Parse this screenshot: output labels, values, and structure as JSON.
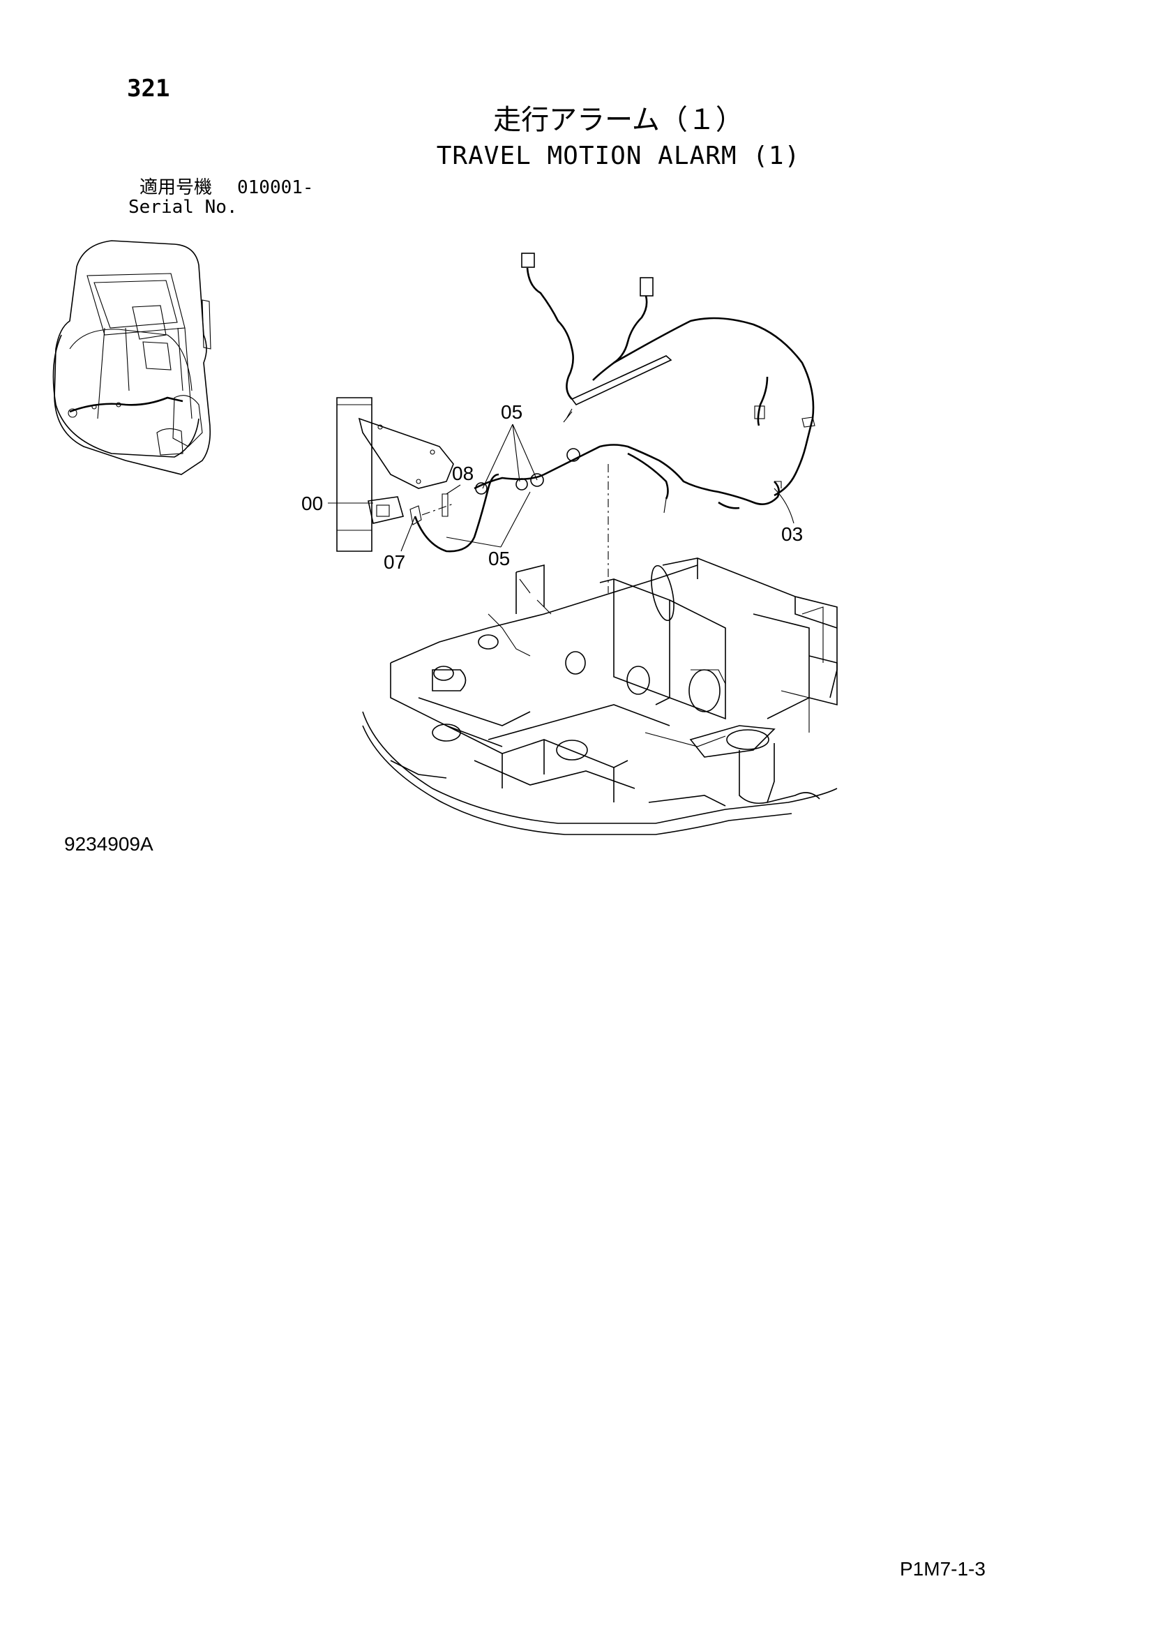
{
  "header": {
    "page_number": "321",
    "title_jp": "走行アラーム（１）",
    "title_en": "TRAVEL MOTION ALARM (1)",
    "serial_label_jp": "適用号機",
    "serial_value": "010001-",
    "serial_label_en": "Serial No."
  },
  "callouts": [
    {
      "id": "05-top",
      "label": "05"
    },
    {
      "id": "08",
      "label": "08"
    },
    {
      "id": "00",
      "label": "00"
    },
    {
      "id": "07",
      "label": "07"
    },
    {
      "id": "05-bottom",
      "label": "05"
    },
    {
      "id": "03",
      "label": "03"
    }
  ],
  "footer": {
    "drawing_number": "9234909A",
    "page_code": "P1M7-1-3"
  }
}
